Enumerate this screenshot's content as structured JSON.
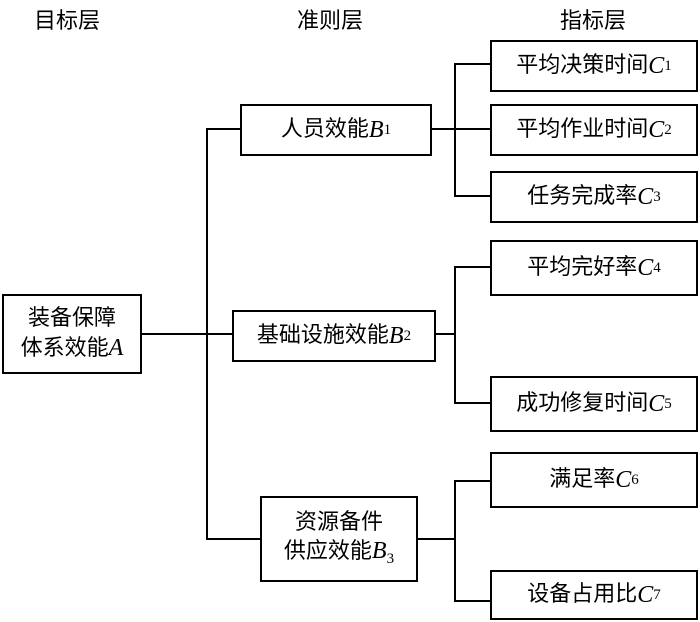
{
  "headers": {
    "goal": "目标层",
    "criteria": "准则层",
    "index": "指标层"
  },
  "goal": {
    "line1": "装备保障",
    "line2": "体系效能",
    "var": "A"
  },
  "criteria": [
    {
      "line1": "人员效能",
      "line2": "",
      "var": "B",
      "sub": "1"
    },
    {
      "line1": "基础设施效能",
      "line2": "",
      "var": "B",
      "sub": "2"
    },
    {
      "line1": "资源备件",
      "line2": "供应效能",
      "var": "B",
      "sub": "3"
    }
  ],
  "indicators": [
    {
      "label": "平均决策时间",
      "var": "C",
      "sub": "1"
    },
    {
      "label": "平均作业时间",
      "var": "C",
      "sub": "2"
    },
    {
      "label": "任务完成率",
      "var": "C",
      "sub": "3"
    },
    {
      "label": "平均完好率",
      "var": "C",
      "sub": "4"
    },
    {
      "label": "成功修复时间",
      "var": "C",
      "sub": "5"
    },
    {
      "label": "满足率",
      "var": "C",
      "sub": "6"
    },
    {
      "label": "设备占用比",
      "var": "C",
      "sub": "7"
    }
  ]
}
